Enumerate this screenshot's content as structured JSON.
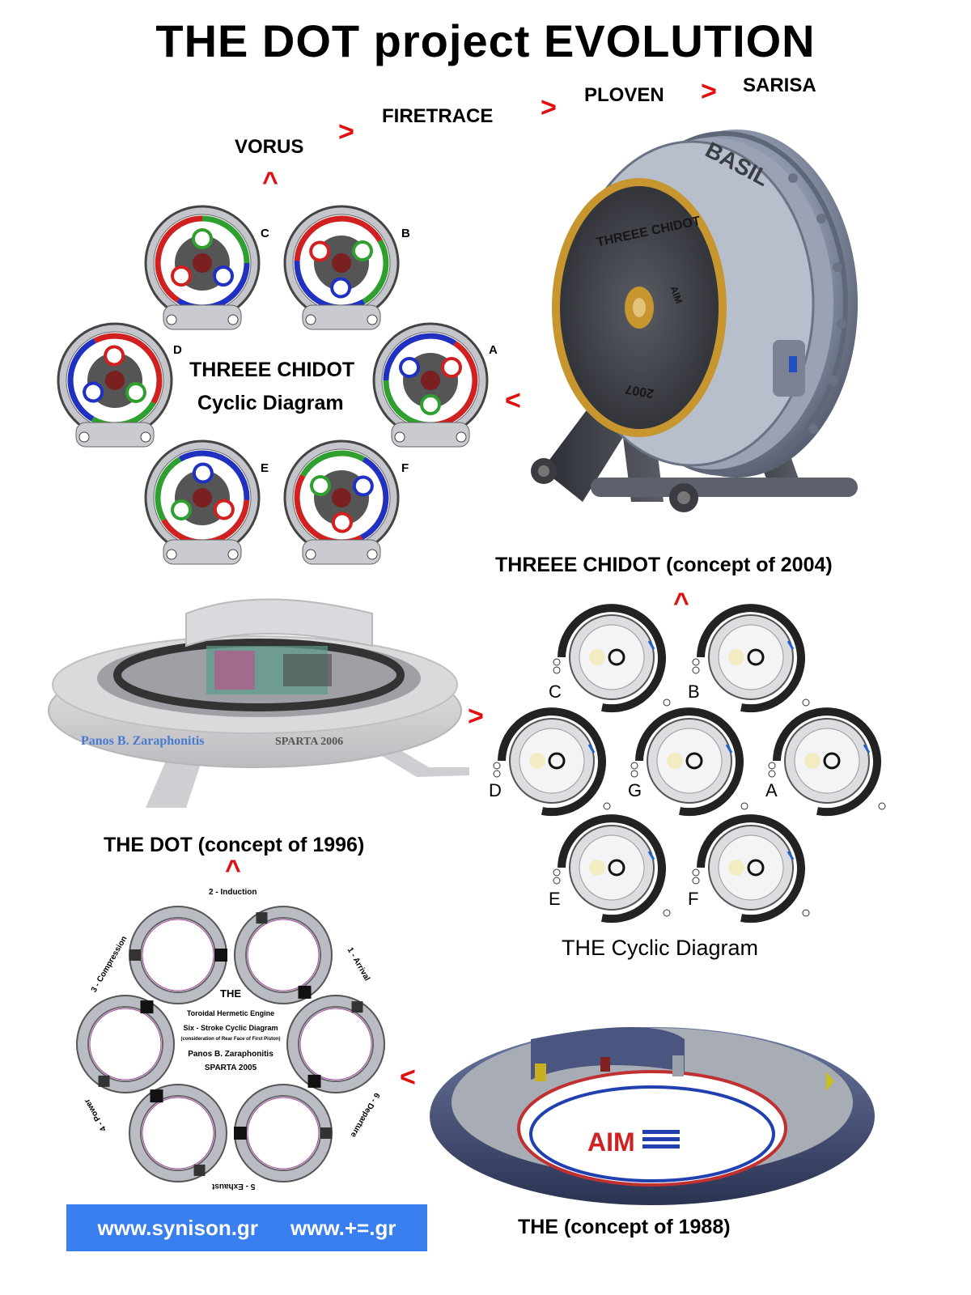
{
  "title": "THE DOT project EVOLUTION",
  "evolution_chain": [
    "VORUS",
    "FIRETRACE",
    "PLOVEN",
    "SARISA"
  ],
  "arrow_glyphs": {
    "right": ">",
    "up": "^",
    "left": "<"
  },
  "threee_chidot": {
    "diagram_title": "THREEE CHIDOT",
    "diagram_subtitle": "Cyclic Diagram",
    "stages": [
      "A",
      "B",
      "C",
      "D",
      "E",
      "F"
    ],
    "caption": "THREEE CHIDOT (concept of 2004)",
    "engraving": [
      "THREEE CHIDOT",
      "AIM",
      "2007",
      "BASIL"
    ]
  },
  "the_dot": {
    "caption": "THE DOT (concept of 1996)",
    "engraving": [
      "Panos B. Zaraphonitis",
      "SPARTA 2006"
    ],
    "cyclic_title": "THE Cyclic Diagram",
    "stages": [
      "A",
      "B",
      "C",
      "D",
      "E",
      "F",
      "G"
    ]
  },
  "the": {
    "caption": "THE (concept of 1988)",
    "engraving": "AIM",
    "cycle_center": [
      "THE",
      "Toroidal Hermetic Engine",
      "Six - Stroke Cyclic Diagram",
      "(consideration of Rear Face of First Piston)",
      "Panos B. Zaraphonitis",
      "SPARTA 2005"
    ],
    "strokes": [
      "1 - Arrival",
      "2 - Induction",
      "3 - Compression",
      "4 - Power",
      "5 - Exhaust",
      "6 - Departure"
    ]
  },
  "footer": {
    "links": [
      "www.synison.gr",
      "www.+=.gr"
    ]
  },
  "colors": {
    "arrow": "#e01010",
    "banner": "#3a7ff0",
    "metal": "#8a93a6",
    "dark": "#3d3f46",
    "brass": "#c8962e",
    "navy": "#3c4870"
  }
}
